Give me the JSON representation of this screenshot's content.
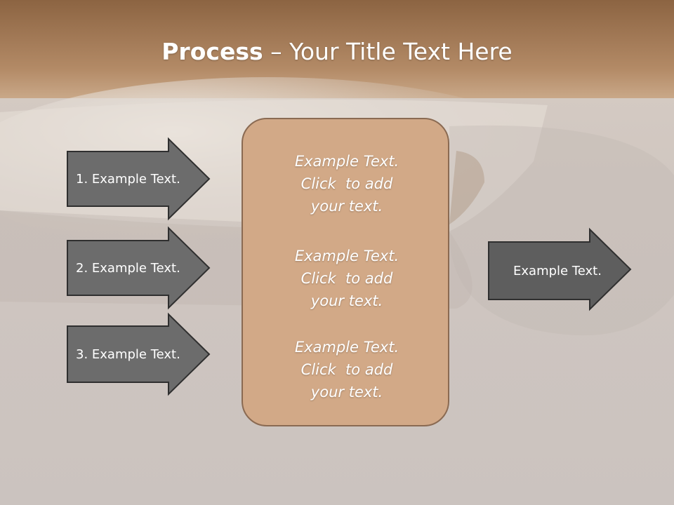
{
  "title": {
    "bold": "Process",
    "rest": " – Your Title Text Here"
  },
  "left_arrows": [
    {
      "label": "1. Example Text."
    },
    {
      "label": "2. Example Text."
    },
    {
      "label": "3. Example Text."
    }
  ],
  "center_box": {
    "blocks": [
      {
        "lines": [
          "Example Text.",
          "Click  to add",
          "your text."
        ]
      },
      {
        "lines": [
          "Example Text.",
          "Click  to add",
          "your text."
        ]
      },
      {
        "lines": [
          "Example Text.",
          "Click  to add",
          "your text."
        ]
      }
    ]
  },
  "right_arrow": {
    "label": "Example Text."
  },
  "colors": {
    "header": "#a87b55",
    "arrow_fill": "#6c6c6c",
    "arrow_stroke": "#2f2f2f",
    "box_fill": "#d2a987",
    "box_stroke": "#8a6a52"
  }
}
